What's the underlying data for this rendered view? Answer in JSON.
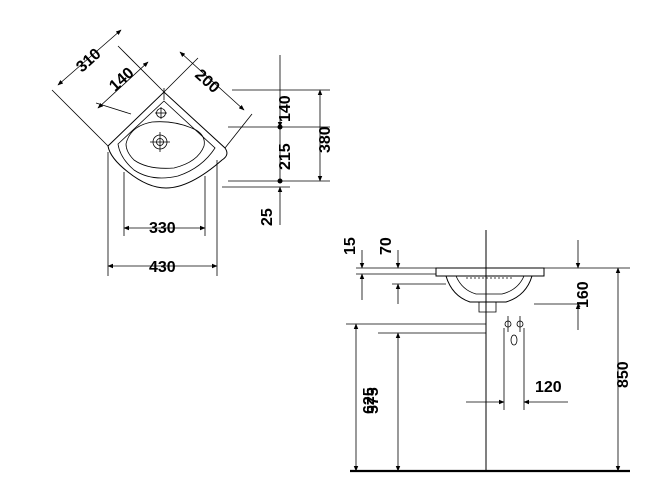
{
  "top_view": {
    "dim_310": "310",
    "dim_140_diag": "140",
    "dim_200": "200",
    "dim_140_right": "140",
    "dim_380": "380",
    "dim_215": "215",
    "dim_25": "25",
    "dim_330": "330",
    "dim_430": "430"
  },
  "side_view": {
    "dim_15": "15",
    "dim_70": "70",
    "dim_160": "160",
    "dim_850": "850",
    "dim_625": "625",
    "dim_575": "575",
    "dim_120": "120"
  }
}
